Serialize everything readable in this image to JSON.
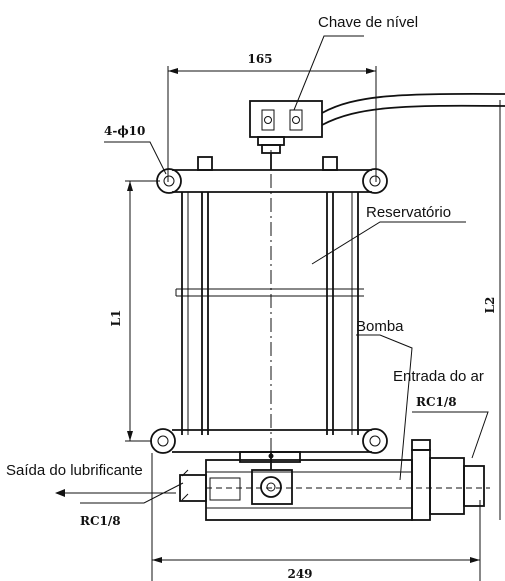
{
  "labels": {
    "level_switch": "Chave de nível",
    "reservoir": "Reservatório",
    "pump": "Bomba",
    "air_inlet": "Entrada do ar",
    "lubricant_outlet": "Saída do lubrificante"
  },
  "dimensions": {
    "top_width": "165",
    "bottom_width": "249",
    "mounting_holes": "4-ϕ10",
    "height_l1": "L1",
    "height_l2": "L2",
    "port_air": "RC1/8",
    "port_outlet": "RC1/8"
  }
}
